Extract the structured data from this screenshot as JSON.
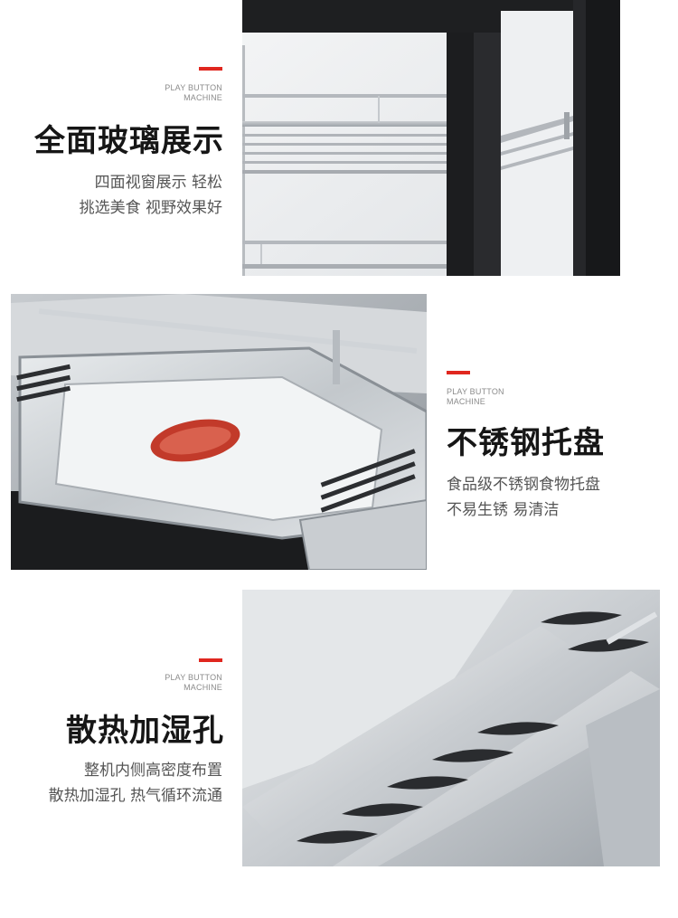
{
  "colors": {
    "accent": "#e0271f",
    "title": "#161616",
    "text": "#555555",
    "tag": "#8b8b8b"
  },
  "sections": [
    {
      "tag_line1": "PLAY BUTTON",
      "tag_line2": "MACHINE",
      "title": "全面玻璃展示",
      "desc_line1": "四面视窗展示 轻松",
      "desc_line2": "挑选美食 视野效果好",
      "photo_subject": "glass display cabinet with wire shelf"
    },
    {
      "tag_line1": "PLAY BUTTON",
      "tag_line2": "MACHINE",
      "title": "不锈钢托盘",
      "desc_line1": "食品级不锈钢食物托盘",
      "desc_line2": "不易生锈 易清洁",
      "photo_subject": "stainless steel food tray with lid"
    },
    {
      "tag_line1": "PLAY BUTTON",
      "tag_line2": "MACHINE",
      "title": "散热加湿孔",
      "desc_line1": "整机内侧高密度布置",
      "desc_line2": "散热加湿孔 热气循环流通",
      "photo_subject": "close-up of vent slots in steel"
    }
  ]
}
